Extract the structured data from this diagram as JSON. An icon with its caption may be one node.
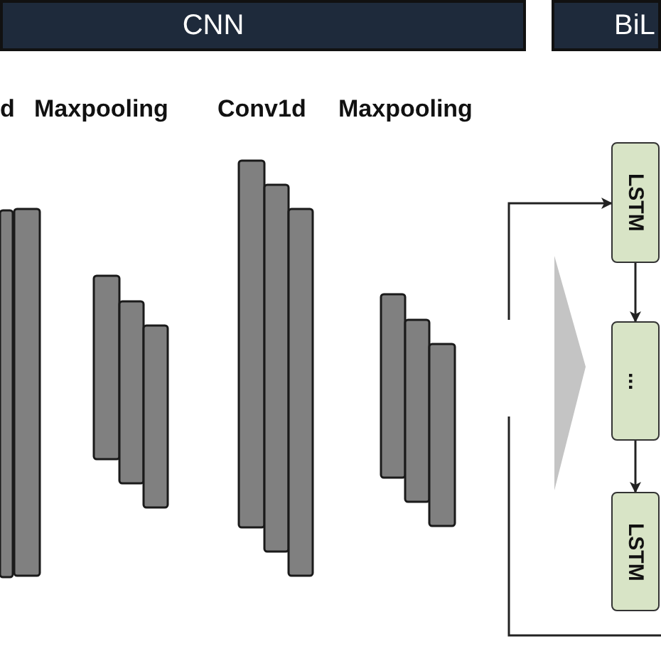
{
  "diagram": {
    "nodes": [
      {
        "text": [
          "CNN"
        ]
      },
      {
        "text": [
          "BiL"
        ]
      },
      {
        "text": [
          "LSTM"
        ]
      },
      {
        "text": [
          "..."
        ]
      },
      {
        "text": [
          "LSTM"
        ]
      },
      {
        "text": [],
        "shape": "triangle"
      }
    ],
    "edges": [
      {
        "from": null,
        "to": 2,
        "arrow": "to"
      },
      {
        "from": 2,
        "to": 3,
        "arrow": "to"
      },
      {
        "from": 3,
        "to": 4,
        "arrow": "to"
      }
    ],
    "labels": [
      "d",
      "Maxpooling",
      "Conv1d",
      "Maxpooling"
    ]
  }
}
